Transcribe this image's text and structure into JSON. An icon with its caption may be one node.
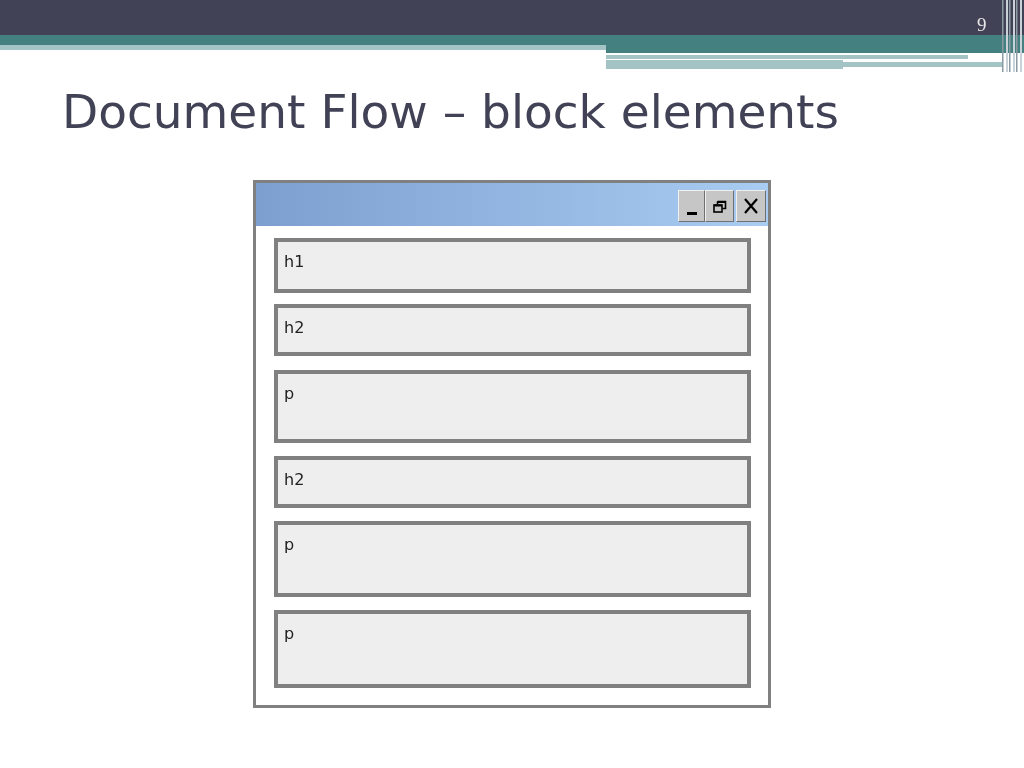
{
  "diagram": {
    "title": "Document Flow – block elements",
    "nodes": [
      {
        "text": [],
        "shape": "box"
      },
      {
        "text": [
          "h1"
        ],
        "in": 0
      },
      {
        "text": [
          "h2"
        ],
        "in": 0
      },
      {
        "text": [
          "p"
        ],
        "in": 0
      },
      {
        "text": [
          "h2"
        ],
        "in": 0
      },
      {
        "text": [
          "p"
        ],
        "in": 0
      },
      {
        "text": [
          "p"
        ],
        "in": 0
      }
    ],
    "labels": [
      "9"
    ]
  }
}
